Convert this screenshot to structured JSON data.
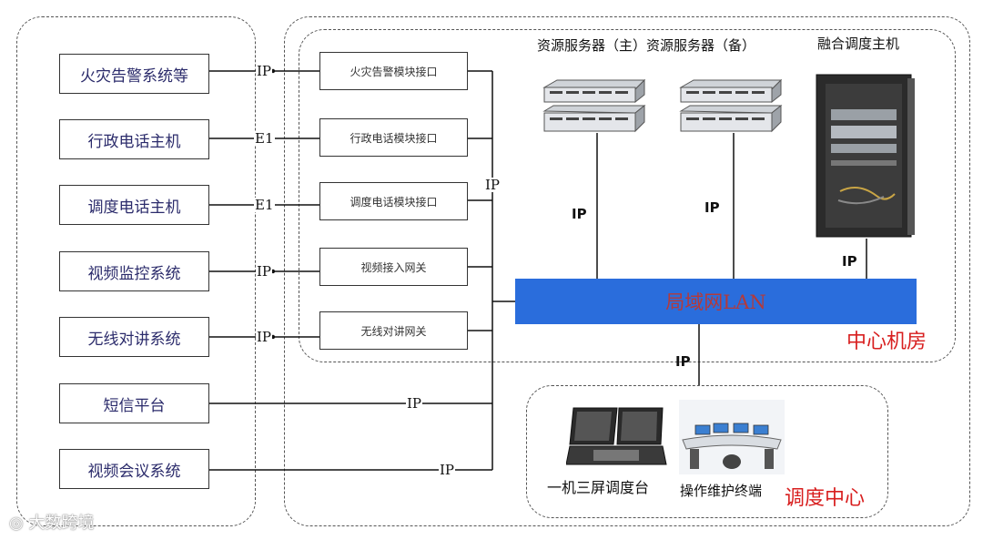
{
  "external_systems": [
    {
      "label": "火灾告警系统等",
      "link": "IP"
    },
    {
      "label": "行政电话主机",
      "link": "E1"
    },
    {
      "label": "调度电话主机",
      "link": "E1"
    },
    {
      "label": "视频监控系统",
      "link": "IP"
    },
    {
      "label": "无线对讲系统",
      "link": "IP"
    },
    {
      "label": "短信平台",
      "link": "IP"
    },
    {
      "label": "视频会议系统",
      "link": "IP"
    }
  ],
  "interface_modules": [
    "火灾告警模块接口",
    "行政电话模块接口",
    "调度电话模块接口",
    "视频接入网关",
    "无线对讲网关"
  ],
  "bus_label": "IP",
  "servers": {
    "header": "资源服务器（主）资源服务器（备）",
    "fusion_host": "融合调度主机"
  },
  "links": {
    "server_main": "IP",
    "server_backup": "IP",
    "fusion": "IP",
    "center": "IP"
  },
  "lan_label": "局域网LAN",
  "machine_room_label": "中心机房",
  "dispatch_center": {
    "title": "调度中心",
    "console_label": "一机三屏调度台",
    "terminal_label": "操作维护终端"
  },
  "watermark": "大数跨境",
  "colors": {
    "lan": "#2a6ddc",
    "accent_red": "#d81e1e",
    "system_text": "#2b2b6b"
  }
}
